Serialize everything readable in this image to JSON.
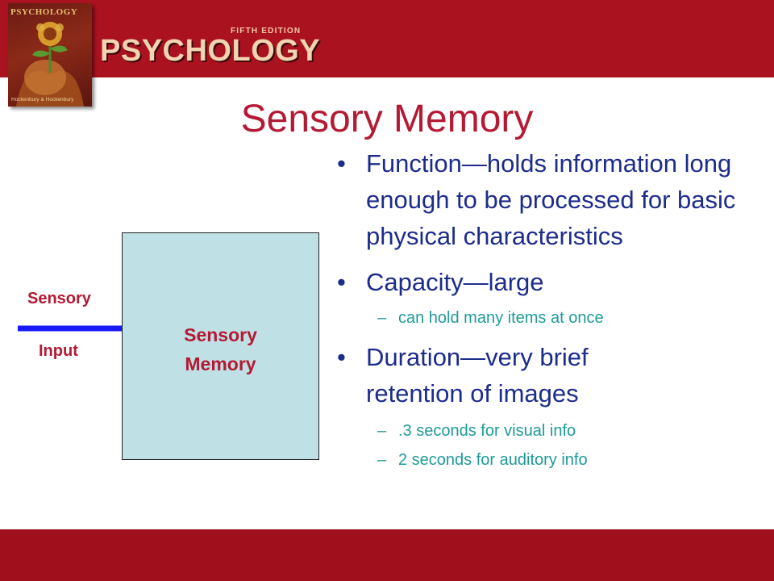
{
  "header": {
    "cover_title": "PSYCHOLOGY",
    "cover_authors": "Hockenbury & Hockenbury",
    "edition": "FIFTH EDITION",
    "wordmark": "PSYCHOLOGY"
  },
  "slide": {
    "title": "Sensory Memory"
  },
  "diagram": {
    "input_label_top": "Sensory",
    "input_label_bottom": "Input",
    "box_label_line1": "Sensory",
    "box_label_line2": "Memory"
  },
  "bullets": {
    "function": "Function—holds information long enough to be processed for basic physical characteristics",
    "capacity": "Capacity—large",
    "capacity_sub": "can hold many items at once",
    "duration": "Duration—very brief retention of images",
    "duration_sub1": ".3 seconds for visual info",
    "duration_sub2": "2 seconds for auditory info"
  },
  "colors": {
    "band": "#ab1220",
    "title": "#b41a34",
    "bullet_text": "#1c2c8c",
    "sub_text": "#1f9a9a",
    "box_fill": "#bfe0e5",
    "arrow": "#1a1aff"
  }
}
